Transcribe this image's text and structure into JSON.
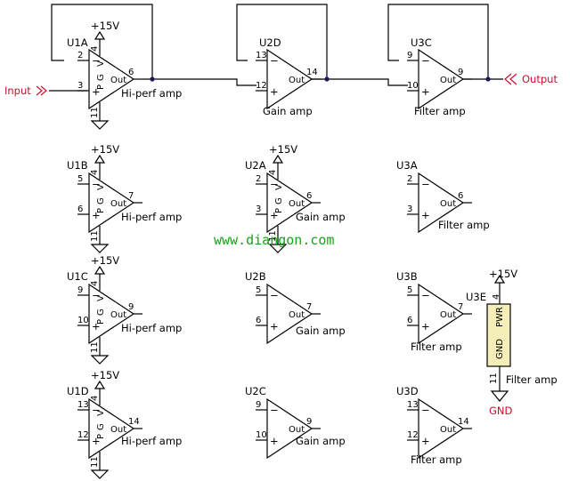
{
  "title": "",
  "net_labels": {
    "input": "Input",
    "output": "Output"
  },
  "watermark": "www.diangon.com",
  "supply": {
    "vcc": "+15V",
    "gnd": "GND"
  },
  "op_amps": [
    {
      "ref": "U1A",
      "pin_minus": "2",
      "pin_plus": "3",
      "pin_out": "6",
      "pin_v": "4",
      "pin_g": "11",
      "desc": "Hi-perf amp",
      "power": true
    },
    {
      "ref": "U2D",
      "pin_minus": "13",
      "pin_plus": "12",
      "pin_out": "14",
      "desc": "Gain amp",
      "power": false
    },
    {
      "ref": "U3C",
      "pin_minus": "9",
      "pin_plus": "10",
      "pin_out": "9",
      "desc": "Filter amp",
      "power": false
    },
    {
      "ref": "U1B",
      "pin_minus": "5",
      "pin_plus": "6",
      "pin_out": "7",
      "pin_v": "4",
      "pin_g": "11",
      "desc": "Hi-perf amp",
      "power": true
    },
    {
      "ref": "U2A",
      "pin_minus": "2",
      "pin_plus": "3",
      "pin_out": "6",
      "pin_v": "4",
      "pin_g": "11",
      "desc": "Gain amp",
      "power": true
    },
    {
      "ref": "U3A",
      "pin_minus": "2",
      "pin_plus": "3",
      "pin_out": "6",
      "desc": "Filter amp",
      "power": false
    },
    {
      "ref": "U1C",
      "pin_minus": "9",
      "pin_plus": "10",
      "pin_out": "9",
      "pin_v": "4",
      "pin_g": "11",
      "desc": "Hi-perf amp",
      "power": true
    },
    {
      "ref": "U2B",
      "pin_minus": "5",
      "pin_plus": "6",
      "pin_out": "7",
      "desc": "Gain amp",
      "power": false
    },
    {
      "ref": "U3B",
      "pin_minus": "5",
      "pin_plus": "6",
      "pin_out": "7",
      "desc": "Filter amp",
      "power": false
    },
    {
      "ref": "U1D",
      "pin_minus": "13",
      "pin_plus": "12",
      "pin_out": "14",
      "pin_v": "4",
      "pin_g": "11",
      "desc": "Hi-perf amp",
      "power": true
    },
    {
      "ref": "U2C",
      "pin_minus": "9",
      "pin_plus": "10",
      "pin_out": "9",
      "desc": "Gain amp",
      "power": false
    },
    {
      "ref": "U3D",
      "pin_minus": "13",
      "pin_plus": "12",
      "pin_out": "14",
      "desc": "Filter amp",
      "power": false
    }
  ],
  "power_unit": {
    "ref": "U3E",
    "pwr_label": "PWR",
    "gnd_label": "GND",
    "pin_pwr": "4",
    "pin_gnd": "11",
    "desc": "Filter amp",
    "vcc": "+15V",
    "gnd": "GND",
    "fill_color": "#f5eeb8"
  },
  "symbols": {
    "minus": "−",
    "plus": "+",
    "out": "Out",
    "v_letter": "V",
    "g_letter": "G",
    "p_letter": "P"
  },
  "colors": {
    "wire": "#000000",
    "net_label": "#c8102e",
    "junction": "#1a1a5a",
    "watermark": "#17a317",
    "supply_block": "#f5eeb8"
  }
}
